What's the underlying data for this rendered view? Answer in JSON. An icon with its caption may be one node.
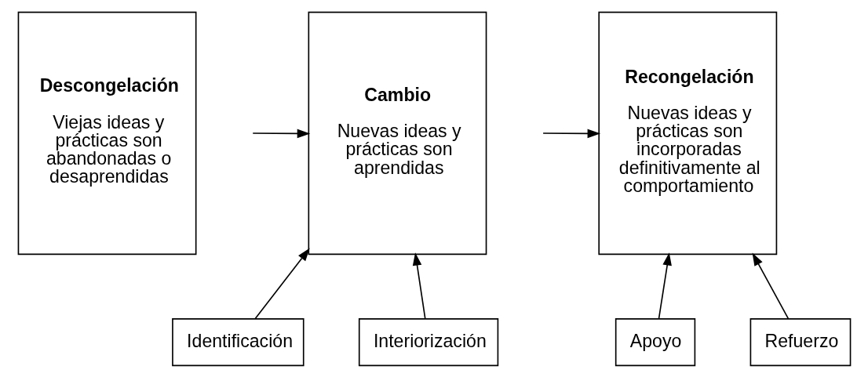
{
  "diagram": {
    "nodes": [
      {
        "text": [
          "Descongelación",
          "Viejas ideas y prácticas son abandonadas o desaprendidas"
        ]
      },
      {
        "text": [
          "Cambio",
          "Nuevas ideas y prácticas son aprendidas"
        ]
      },
      {
        "text": [
          "Recongelación",
          "Nuevas ideas y prácticas son incorporadas definitivamente al comportamiento"
        ]
      },
      {
        "text": [
          "Identificación"
        ]
      },
      {
        "text": [
          "Interiorización"
        ]
      },
      {
        "text": [
          "Apoyo"
        ]
      },
      {
        "text": [
          "Refuerzo"
        ]
      }
    ],
    "edges": [
      {
        "from": null,
        "to": 1,
        "arrow": "to"
      },
      {
        "from": null,
        "to": 2,
        "arrow": "to"
      },
      {
        "from": 3,
        "to": 1,
        "arrow": "to"
      },
      {
        "from": 4,
        "to": 1,
        "arrow": "to"
      },
      {
        "from": 5,
        "to": 2,
        "arrow": "to"
      },
      {
        "from": 6,
        "to": 2,
        "arrow": "to"
      }
    ]
  }
}
